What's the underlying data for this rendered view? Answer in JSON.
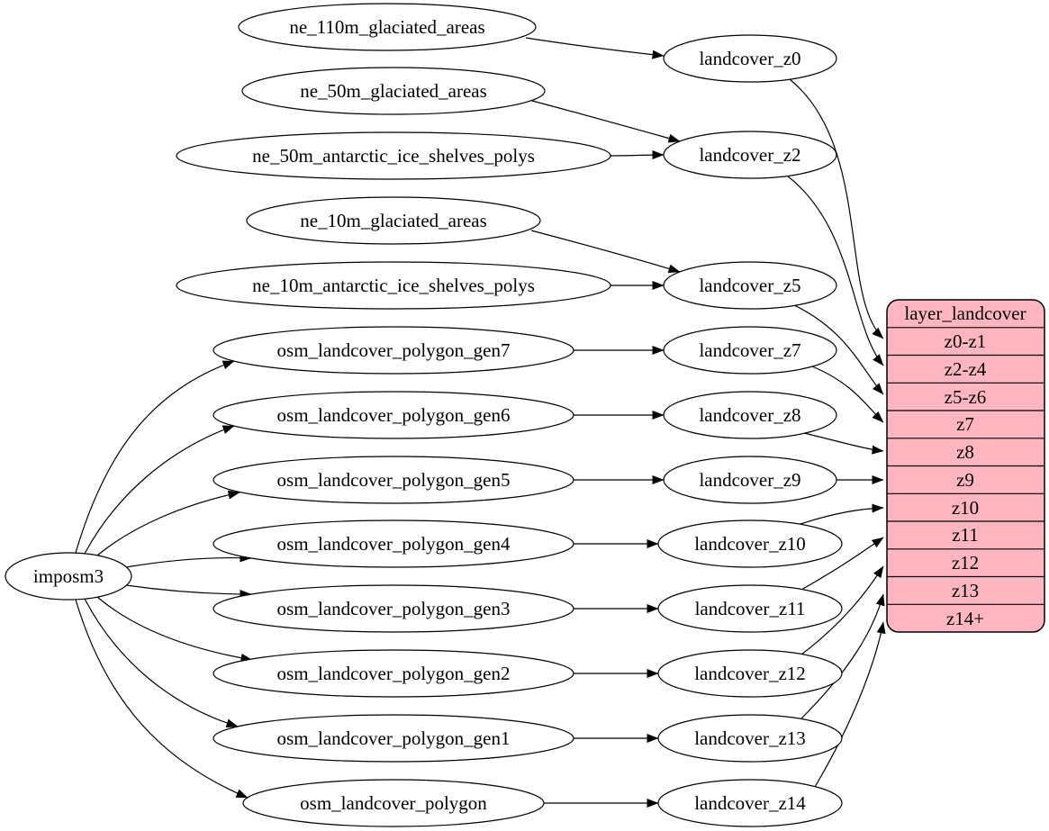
{
  "diagram_type": "graphviz-flow",
  "background": "#ffffff",
  "node_style": {
    "fill": "#ffffff",
    "stroke": "#000000"
  },
  "labels": {
    "imposm3": "imposm3",
    "ne_110m_glaciated_areas": "ne_110m_glaciated_areas",
    "ne_50m_glaciated_areas": "ne_50m_glaciated_areas",
    "ne_50m_antarctic_ice_shelves_polys": "ne_50m_antarctic_ice_shelves_polys",
    "ne_10m_glaciated_areas": "ne_10m_glaciated_areas",
    "ne_10m_antarctic_ice_shelves_polys": "ne_10m_antarctic_ice_shelves_polys",
    "osm_landcover_polygon_gen7": "osm_landcover_polygon_gen7",
    "osm_landcover_polygon_gen6": "osm_landcover_polygon_gen6",
    "osm_landcover_polygon_gen5": "osm_landcover_polygon_gen5",
    "osm_landcover_polygon_gen4": "osm_landcover_polygon_gen4",
    "osm_landcover_polygon_gen3": "osm_landcover_polygon_gen3",
    "osm_landcover_polygon_gen2": "osm_landcover_polygon_gen2",
    "osm_landcover_polygon_gen1": "osm_landcover_polygon_gen1",
    "osm_landcover_polygon": "osm_landcover_polygon",
    "landcover_z0": "landcover_z0",
    "landcover_z2": "landcover_z2",
    "landcover_z5": "landcover_z5",
    "landcover_z7": "landcover_z7",
    "landcover_z8": "landcover_z8",
    "landcover_z9": "landcover_z9",
    "landcover_z10": "landcover_z10",
    "landcover_z11": "landcover_z11",
    "landcover_z12": "landcover_z12",
    "landcover_z13": "landcover_z13",
    "landcover_z14": "landcover_z14"
  },
  "record": {
    "title": "layer_landcover",
    "fill": "#ffb6c1",
    "stroke": "#000000",
    "rows": [
      "z0-z1",
      "z2-z4",
      "z5-z6",
      "z7",
      "z8",
      "z9",
      "z10",
      "z11",
      "z12",
      "z13",
      "z14+"
    ]
  },
  "edges": [
    {
      "from": "imposm3",
      "to": "osm_landcover_polygon_gen7"
    },
    {
      "from": "imposm3",
      "to": "osm_landcover_polygon_gen6"
    },
    {
      "from": "imposm3",
      "to": "osm_landcover_polygon_gen5"
    },
    {
      "from": "imposm3",
      "to": "osm_landcover_polygon_gen4"
    },
    {
      "from": "imposm3",
      "to": "osm_landcover_polygon_gen3"
    },
    {
      "from": "imposm3",
      "to": "osm_landcover_polygon_gen2"
    },
    {
      "from": "imposm3",
      "to": "osm_landcover_polygon_gen1"
    },
    {
      "from": "imposm3",
      "to": "osm_landcover_polygon"
    },
    {
      "from": "ne_110m_glaciated_areas",
      "to": "landcover_z0"
    },
    {
      "from": "ne_50m_glaciated_areas",
      "to": "landcover_z2"
    },
    {
      "from": "ne_50m_antarctic_ice_shelves_polys",
      "to": "landcover_z2"
    },
    {
      "from": "ne_10m_glaciated_areas",
      "to": "landcover_z5"
    },
    {
      "from": "ne_10m_antarctic_ice_shelves_polys",
      "to": "landcover_z5"
    },
    {
      "from": "osm_landcover_polygon_gen7",
      "to": "landcover_z7"
    },
    {
      "from": "osm_landcover_polygon_gen6",
      "to": "landcover_z8"
    },
    {
      "from": "osm_landcover_polygon_gen5",
      "to": "landcover_z9"
    },
    {
      "from": "osm_landcover_polygon_gen4",
      "to": "landcover_z10"
    },
    {
      "from": "osm_landcover_polygon_gen3",
      "to": "landcover_z11"
    },
    {
      "from": "osm_landcover_polygon_gen2",
      "to": "landcover_z12"
    },
    {
      "from": "osm_landcover_polygon_gen1",
      "to": "landcover_z13"
    },
    {
      "from": "osm_landcover_polygon",
      "to": "landcover_z14"
    },
    {
      "from": "landcover_z0",
      "to": "layer_landcover:z0-z1"
    },
    {
      "from": "landcover_z2",
      "to": "layer_landcover:z2-z4"
    },
    {
      "from": "landcover_z5",
      "to": "layer_landcover:z5-z6"
    },
    {
      "from": "landcover_z7",
      "to": "layer_landcover:z7"
    },
    {
      "from": "landcover_z8",
      "to": "layer_landcover:z8"
    },
    {
      "from": "landcover_z9",
      "to": "layer_landcover:z9"
    },
    {
      "from": "landcover_z10",
      "to": "layer_landcover:z10"
    },
    {
      "from": "landcover_z11",
      "to": "layer_landcover:z11"
    },
    {
      "from": "landcover_z12",
      "to": "layer_landcover:z12"
    },
    {
      "from": "landcover_z13",
      "to": "layer_landcover:z13"
    },
    {
      "from": "landcover_z14",
      "to": "layer_landcover:z14+"
    }
  ]
}
